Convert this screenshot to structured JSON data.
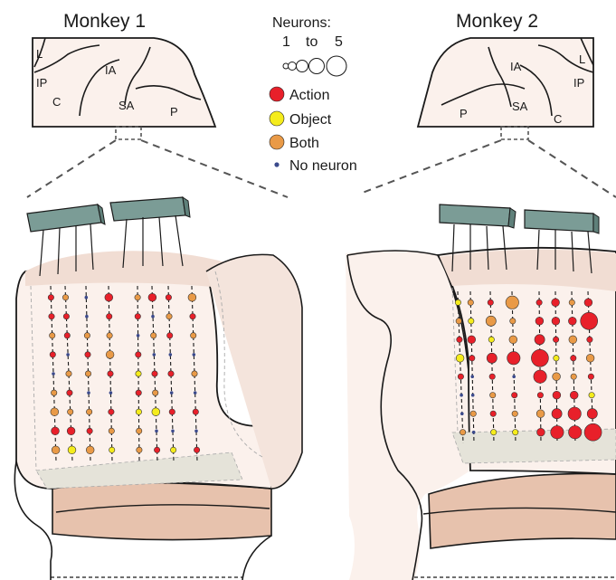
{
  "monkey1": {
    "title": "Monkey 1",
    "areas": {
      "l": "L",
      "ip": "IP",
      "c": "C",
      "ia": "IA",
      "sa": "SA",
      "p": "P"
    }
  },
  "monkey2": {
    "title": "Monkey 2",
    "areas": {
      "l": "L",
      "ip": "IP",
      "c": "C",
      "ia": "IA",
      "sa": "SA",
      "p": "P"
    }
  },
  "legend": {
    "neurons_label": "Neurons:",
    "range_from": "1",
    "range_to_word": "to",
    "range_to": "5",
    "items": [
      {
        "label": "Action",
        "color": "#e8202a"
      },
      {
        "label": "Object",
        "color": "#f5ec1c"
      },
      {
        "label": "Both",
        "color": "#e99a47"
      },
      {
        "label": "No neuron",
        "color": "#3b4a8c"
      }
    ]
  },
  "colors": {
    "tissue": "#fbf1ec",
    "tissue_dark": "#f1ddd3",
    "white_matter": "#e7c2ad",
    "connector": "#7b9c96",
    "bottom_band": "#e5e3d9"
  }
}
